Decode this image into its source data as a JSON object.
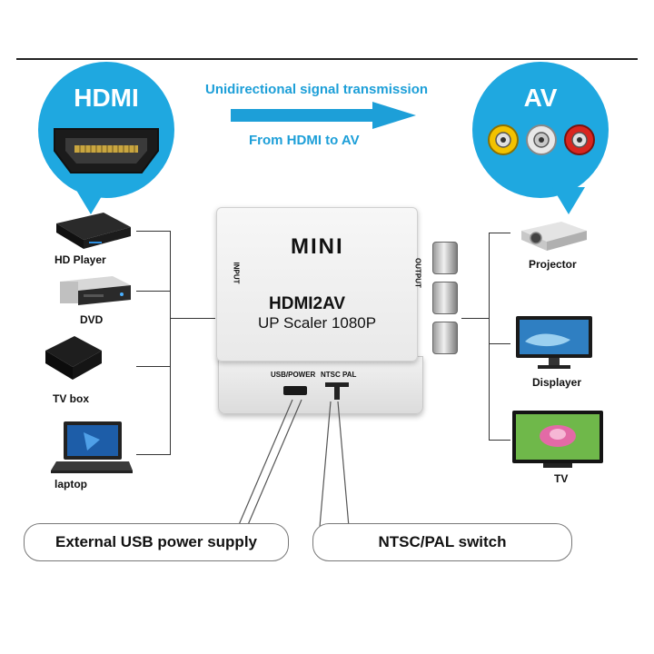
{
  "header": {
    "hdmi_title": "HDMI",
    "av_title": "AV",
    "signal_line1": "Unidirectional signal transmission",
    "signal_line2": "From HDMI to AV"
  },
  "inputs": [
    {
      "label": "HD Player",
      "icon": "hd-player-icon"
    },
    {
      "label": "DVD",
      "icon": "dvd-player-icon"
    },
    {
      "label": "TV box",
      "icon": "tv-box-icon"
    },
    {
      "label": "laptop",
      "icon": "laptop-icon"
    }
  ],
  "outputs": [
    {
      "label": "Projector",
      "icon": "projector-icon"
    },
    {
      "label": "Displayer",
      "icon": "monitor-icon"
    },
    {
      "label": "TV",
      "icon": "tv-icon"
    }
  ],
  "device": {
    "brand": "MINI",
    "model": "HDMI2AV",
    "subtitle": "UP Scaler 1080P",
    "input_label": "INPUT",
    "output_label": "OUTPUT",
    "usb_label": "USB/POWER",
    "ntsc_label": "NTSC",
    "pal_label": "PAL"
  },
  "callouts": {
    "usb": "External USB power supply",
    "switch": "NTSC/PAL switch"
  },
  "colors": {
    "bubble": "#1fa8e0",
    "arrow": "#1d9fd8",
    "rca_yellow": "#f2c200",
    "rca_white": "#e8e8e8",
    "rca_red": "#d8261f"
  }
}
